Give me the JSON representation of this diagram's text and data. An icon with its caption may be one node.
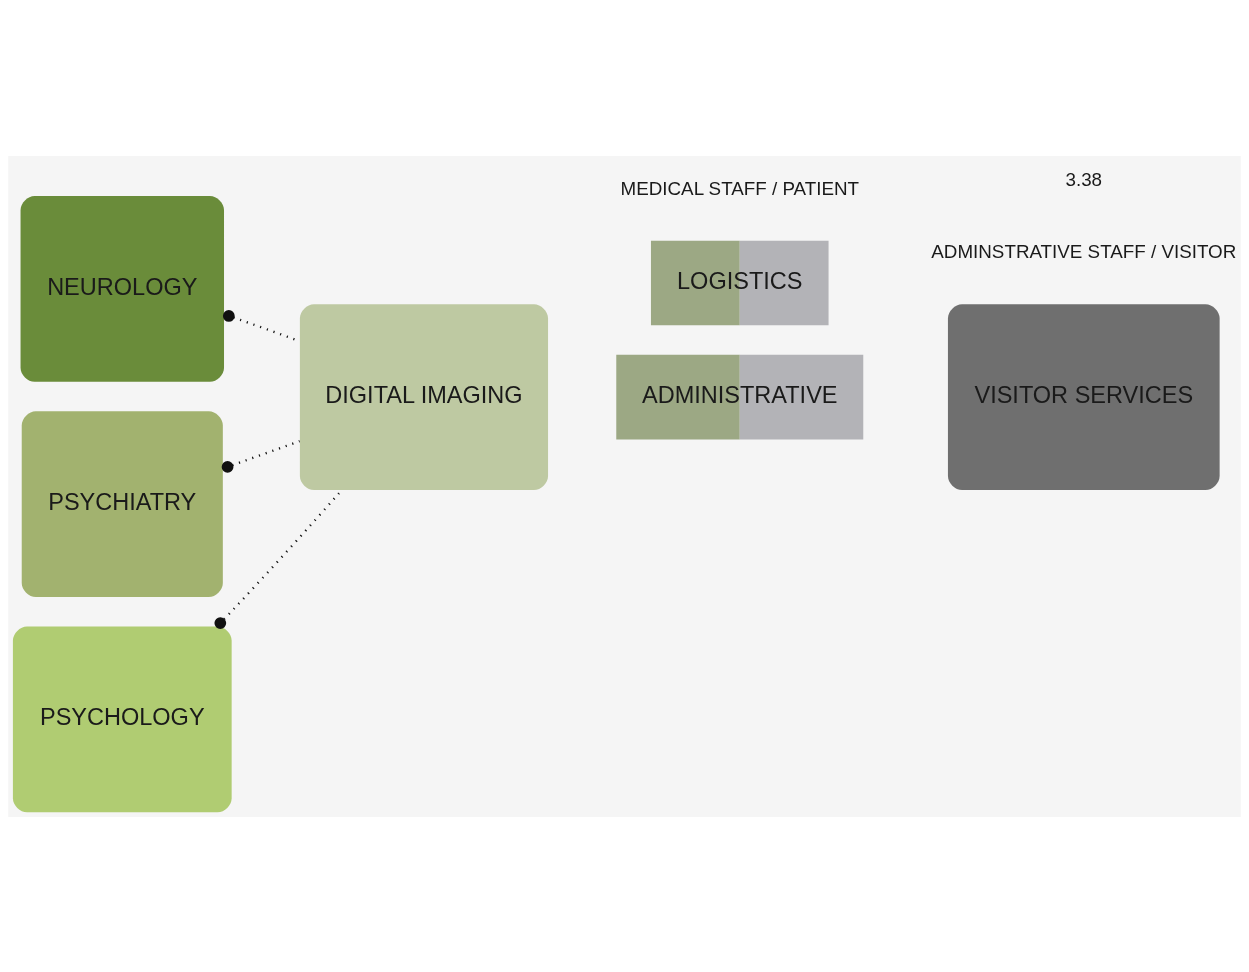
{
  "diagram": {
    "nodes": [
      {
        "text": [
          "NEUROLOGY"
        ]
      },
      {
        "text": [
          "PSYCHIATRY"
        ]
      },
      {
        "text": [
          "PSYCHOLOGY"
        ]
      },
      {
        "text": [
          "DIGITAL IMAGING"
        ]
      },
      {
        "text": [
          "ADMINISTRATIVE"
        ]
      },
      {
        "text": [
          "LOGISTICS"
        ]
      },
      {
        "text": [
          "VISITOR SERVICES"
        ]
      }
    ],
    "edges": [
      {
        "from": 0,
        "to": 3,
        "arrow": "other"
      },
      {
        "from": 1,
        "to": 3,
        "arrow": "other"
      },
      {
        "from": 2,
        "to": 3,
        "arrow": "other"
      }
    ],
    "labels": [
      "MEDICAL STAFF / PATIENT",
      "ADMINSTRATIVE STAFF / VISITOR",
      "3.38"
    ]
  }
}
